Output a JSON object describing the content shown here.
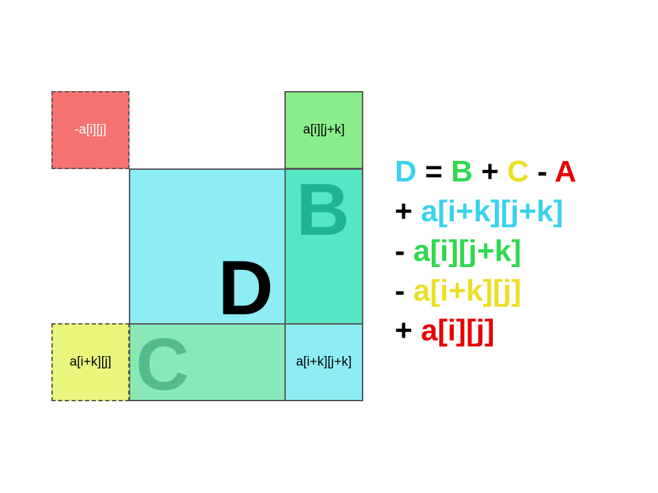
{
  "cells": {
    "top_left": "-a[i][j]",
    "top_right": "a[i][j+k]",
    "bottom_left": "a[i+k][j]",
    "bottom_right": "a[i+k][j+k]"
  },
  "regions": {
    "d": "D",
    "b": "B",
    "c": "C"
  },
  "formula": {
    "line1": {
      "d": "D",
      "eq": "=",
      "b": "B",
      "plus": "+",
      "c": "C",
      "minus": "-",
      "a": "A"
    },
    "line2": {
      "op": "+",
      "term": "a[i+k][j+k]"
    },
    "line3": {
      "op": "-",
      "term": "a[i][j+k]"
    },
    "line4": {
      "op": "-",
      "term": "a[i+k][j]"
    },
    "line5": {
      "op": "+",
      "term": "a[i][j]"
    }
  },
  "colors": {
    "cyan": "#3ad2ec",
    "green": "#2fd84e",
    "yellow": "#ecdf26",
    "red": "#e60000"
  }
}
